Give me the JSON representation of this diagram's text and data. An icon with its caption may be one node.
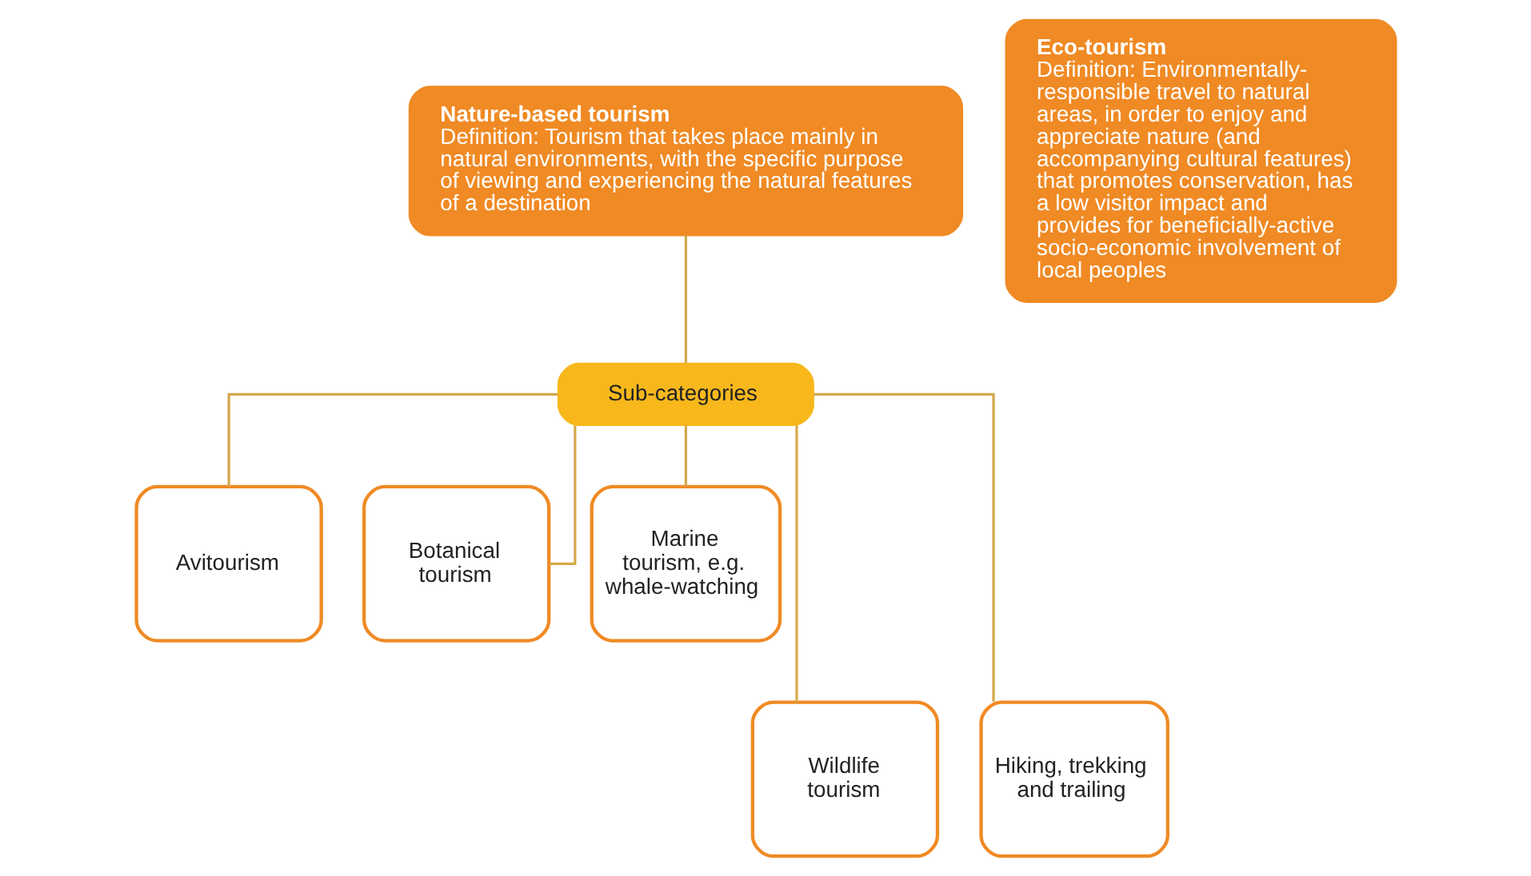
{
  "diagram": {
    "nodes": [
      {
        "text": [
          "Nature-based tourism",
          "Definition: Tourism that takes place mainly in natural environments, with the specific purpose of viewing and experiencing the natural features of a destination"
        ]
      },
      {
        "text": [
          "Eco-tourism",
          "Definition: Environmentally-responsible travel to natural areas, in order to enjoy and appreciate nature (and accompanying cultural features) that promotes conservation, has a low visitor impact and provides for beneficially-active socio-economic involvement of local peoples"
        ]
      },
      {
        "text": [
          "Sub-categories"
        ]
      },
      {
        "text": [
          "Avitourism"
        ]
      },
      {
        "text": [
          "Botanical tourism"
        ]
      },
      {
        "text": [
          "Marine tourism, e.g. whale-watching"
        ]
      },
      {
        "text": [
          "Wildlife tourism"
        ]
      },
      {
        "text": [
          "Hiking, trekking and trailing"
        ]
      }
    ],
    "edges": [
      {
        "from": 0,
        "to": 2,
        "arrow": "none"
      },
      {
        "from": 2,
        "to": 3,
        "arrow": "none"
      },
      {
        "from": 2,
        "to": 6,
        "arrow": "none"
      },
      {
        "from": 2,
        "to": 4,
        "arrow": "none"
      },
      {
        "from": 2,
        "to": 7,
        "arrow": "none"
      },
      {
        "from": 2,
        "to": 5,
        "arrow": "none"
      }
    ]
  }
}
